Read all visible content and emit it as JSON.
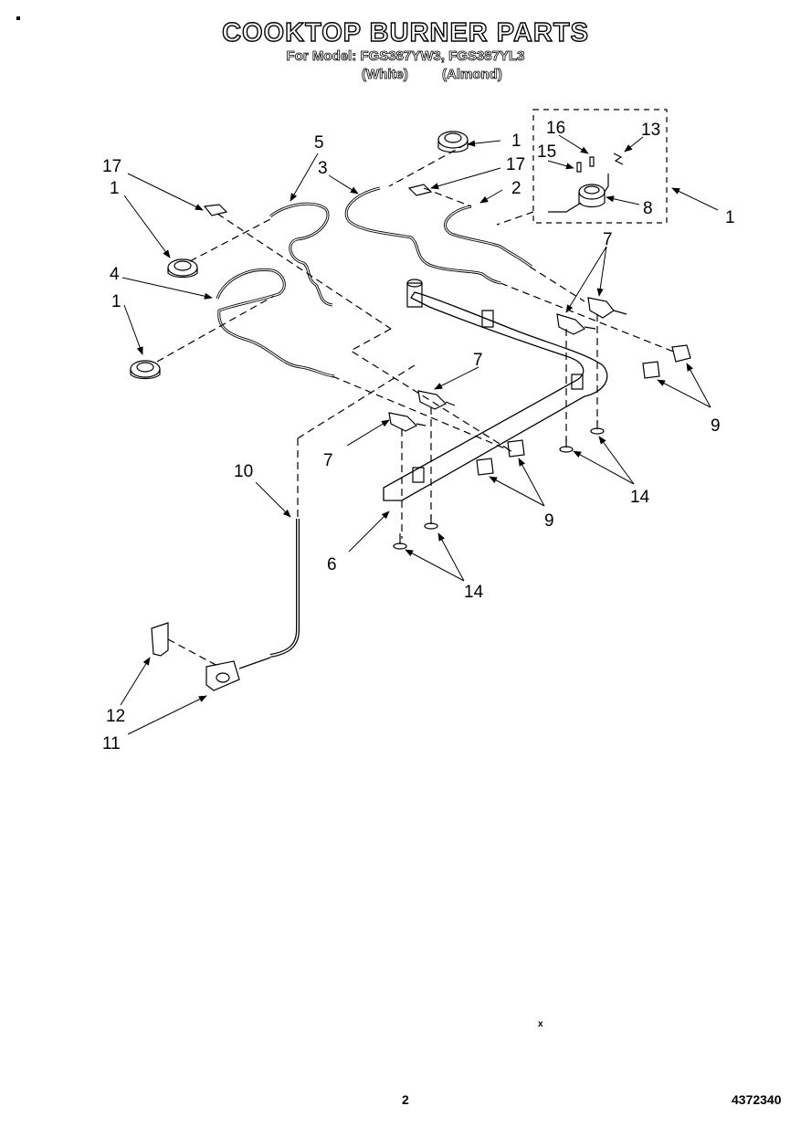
{
  "title": "COOKTOP BURNER PARTS",
  "subtitle": "For Model: FGS387YW3, FGS387YL3",
  "variants": [
    "(White)",
    "(Almond)"
  ],
  "callouts": {
    "c1a": "1",
    "c1b": "1",
    "c1c": "1",
    "c1d": "1",
    "c2": "2",
    "c3": "3",
    "c4": "4",
    "c5": "5",
    "c6": "6",
    "c7a": "7",
    "c7b": "7",
    "c7c": "7",
    "c8": "8",
    "c9a": "9",
    "c9b": "9",
    "c10": "10",
    "c11": "11",
    "c12": "12",
    "c13": "13",
    "c14a": "14",
    "c14b": "14",
    "c15": "15",
    "c16": "16",
    "c17a": "17",
    "c17b": "17"
  },
  "footer": {
    "page": "2",
    "doc_number": "4372340",
    "mark": "x"
  }
}
